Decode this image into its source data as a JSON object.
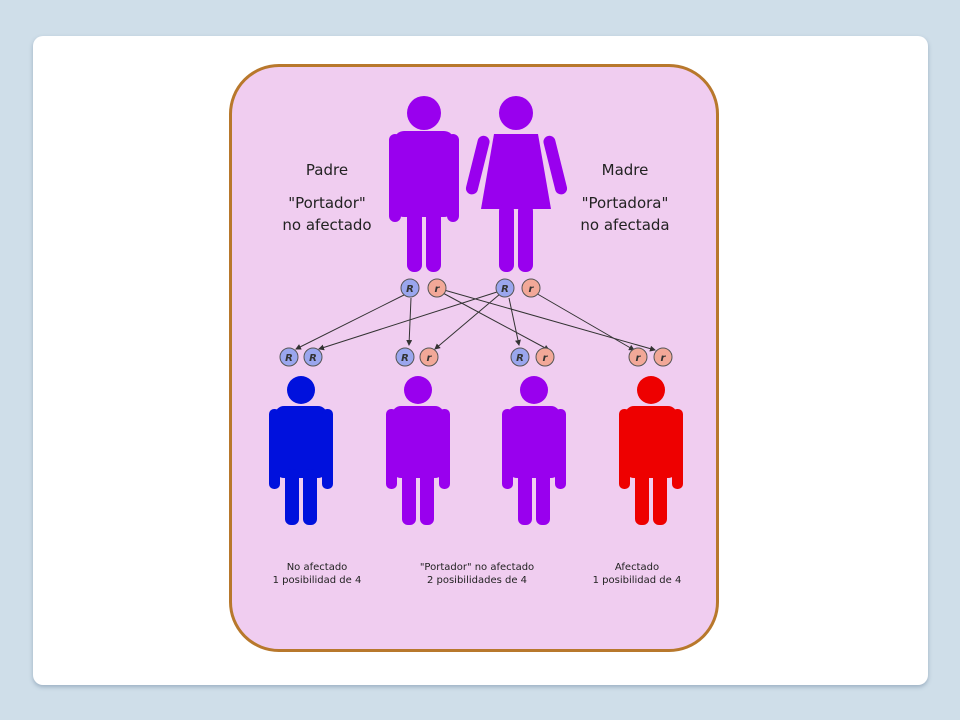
{
  "diagram": {
    "parents": {
      "father": {
        "title": "Padre",
        "status_line1": "\"Portador\"",
        "status_line2": "no afectado",
        "alleles": [
          "R",
          "r"
        ]
      },
      "mother": {
        "title": "Madre",
        "status_line1": "\"Portadora\"",
        "status_line2": "no afectada",
        "alleles": [
          "R",
          "r"
        ]
      }
    },
    "children": [
      {
        "alleles": [
          "R",
          "R"
        ]
      },
      {
        "alleles": [
          "R",
          "r"
        ]
      },
      {
        "alleles": [
          "R",
          "r"
        ]
      },
      {
        "alleles": [
          "r",
          "r"
        ]
      }
    ],
    "outcomes": [
      {
        "line1": "No afectado",
        "line2": "1 posibilidad de 4"
      },
      {
        "line1": "\"Portador\" no afectado",
        "line2": "2 posibilidades de 4"
      },
      {
        "line1": "Afectado",
        "line2": "1 posibilidad de 4"
      }
    ],
    "colors": {
      "carrier": "#9900ee",
      "unaffected": "#0011dd",
      "affected": "#ee0000",
      "dominant_allele": "#9aa6ee",
      "recessive_allele": "#f2a898",
      "panel_bg": "#f0cdf0",
      "panel_border": "#b8782c"
    }
  }
}
